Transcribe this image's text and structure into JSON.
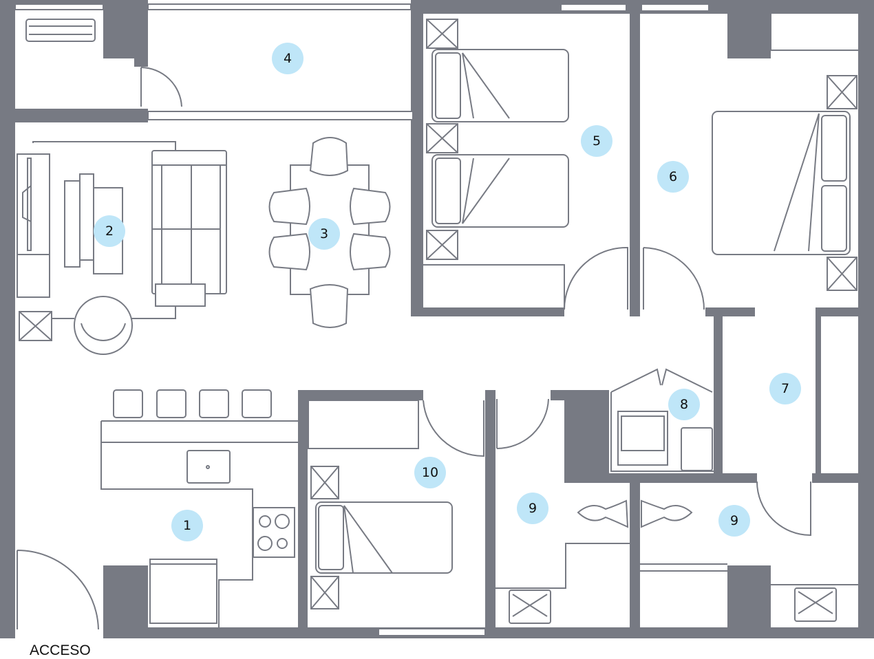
{
  "plan": {
    "entrance_label": "ACCESO",
    "room_labels": [
      "1",
      "2",
      "3",
      "4",
      "5",
      "6",
      "7",
      "8",
      "9",
      "9",
      "10"
    ],
    "colors": {
      "wall": "#777a83",
      "label_bubble": "#bfe6f8",
      "line": "#777a83"
    }
  }
}
